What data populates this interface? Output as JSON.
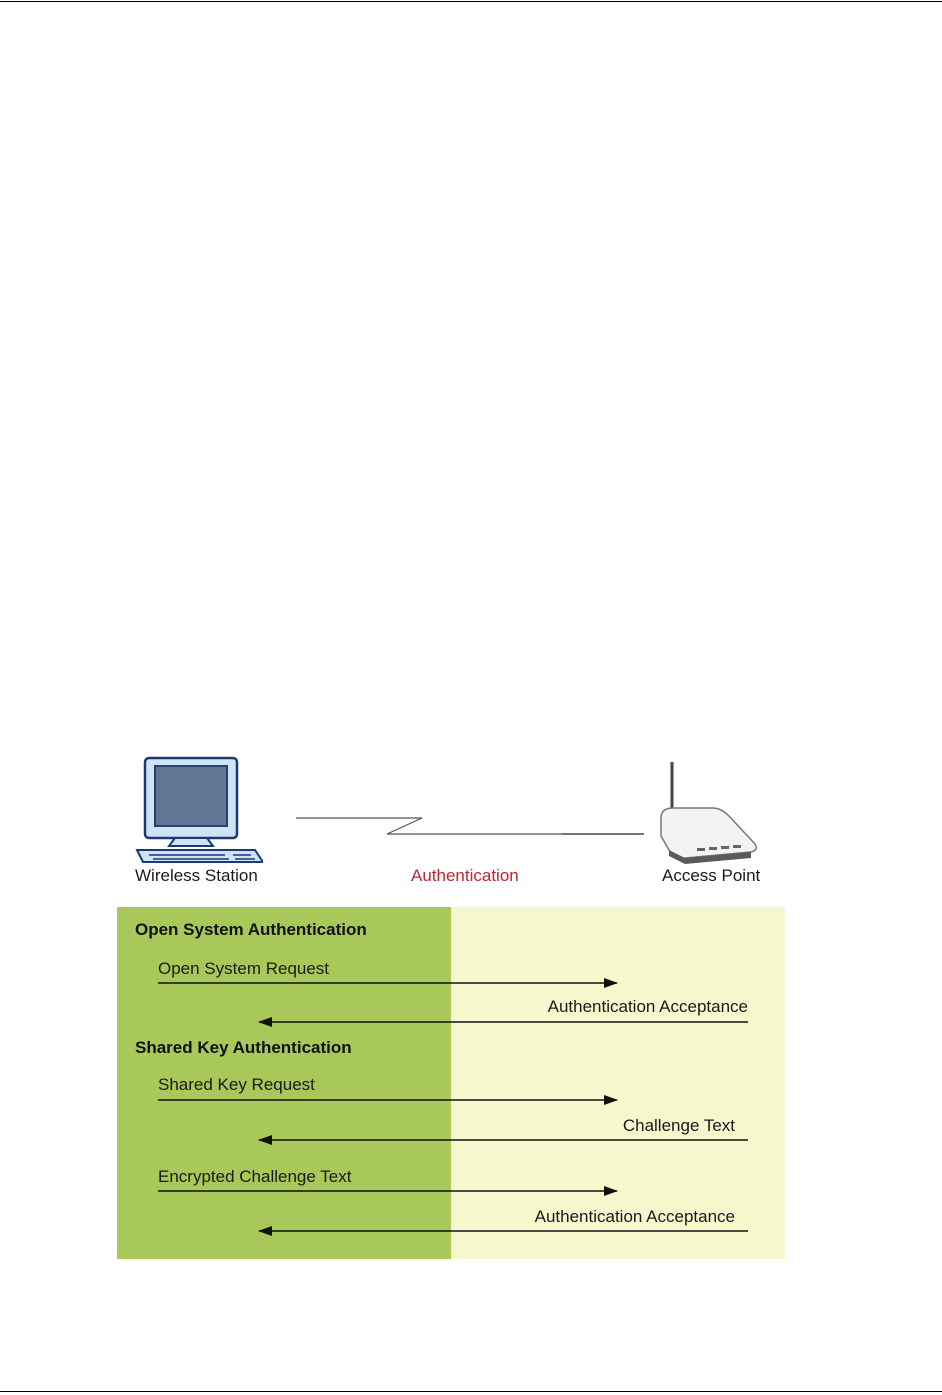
{
  "diagram": {
    "nodes": {
      "wireless_station": "Wireless Station",
      "link_label": "Authentication",
      "access_point": "Access Point"
    },
    "colors": {
      "link_label": "#c0272d",
      "station_panel": "#a9c85a",
      "ap_panel": "#f5f7cc"
    },
    "sections": [
      {
        "title": "Open System Authentication",
        "messages": [
          {
            "label": "Open System Request",
            "direction": "to-access-point"
          },
          {
            "label": "Authentication Acceptance",
            "direction": "to-station"
          }
        ]
      },
      {
        "title": "Shared Key Authentication",
        "messages": [
          {
            "label": "Shared Key Request",
            "direction": "to-access-point"
          },
          {
            "label": "Challenge Text",
            "direction": "to-station"
          },
          {
            "label": "Encrypted Challenge Text",
            "direction": "to-access-point"
          },
          {
            "label": "Authentication Acceptance",
            "direction": "to-station"
          }
        ]
      }
    ]
  }
}
